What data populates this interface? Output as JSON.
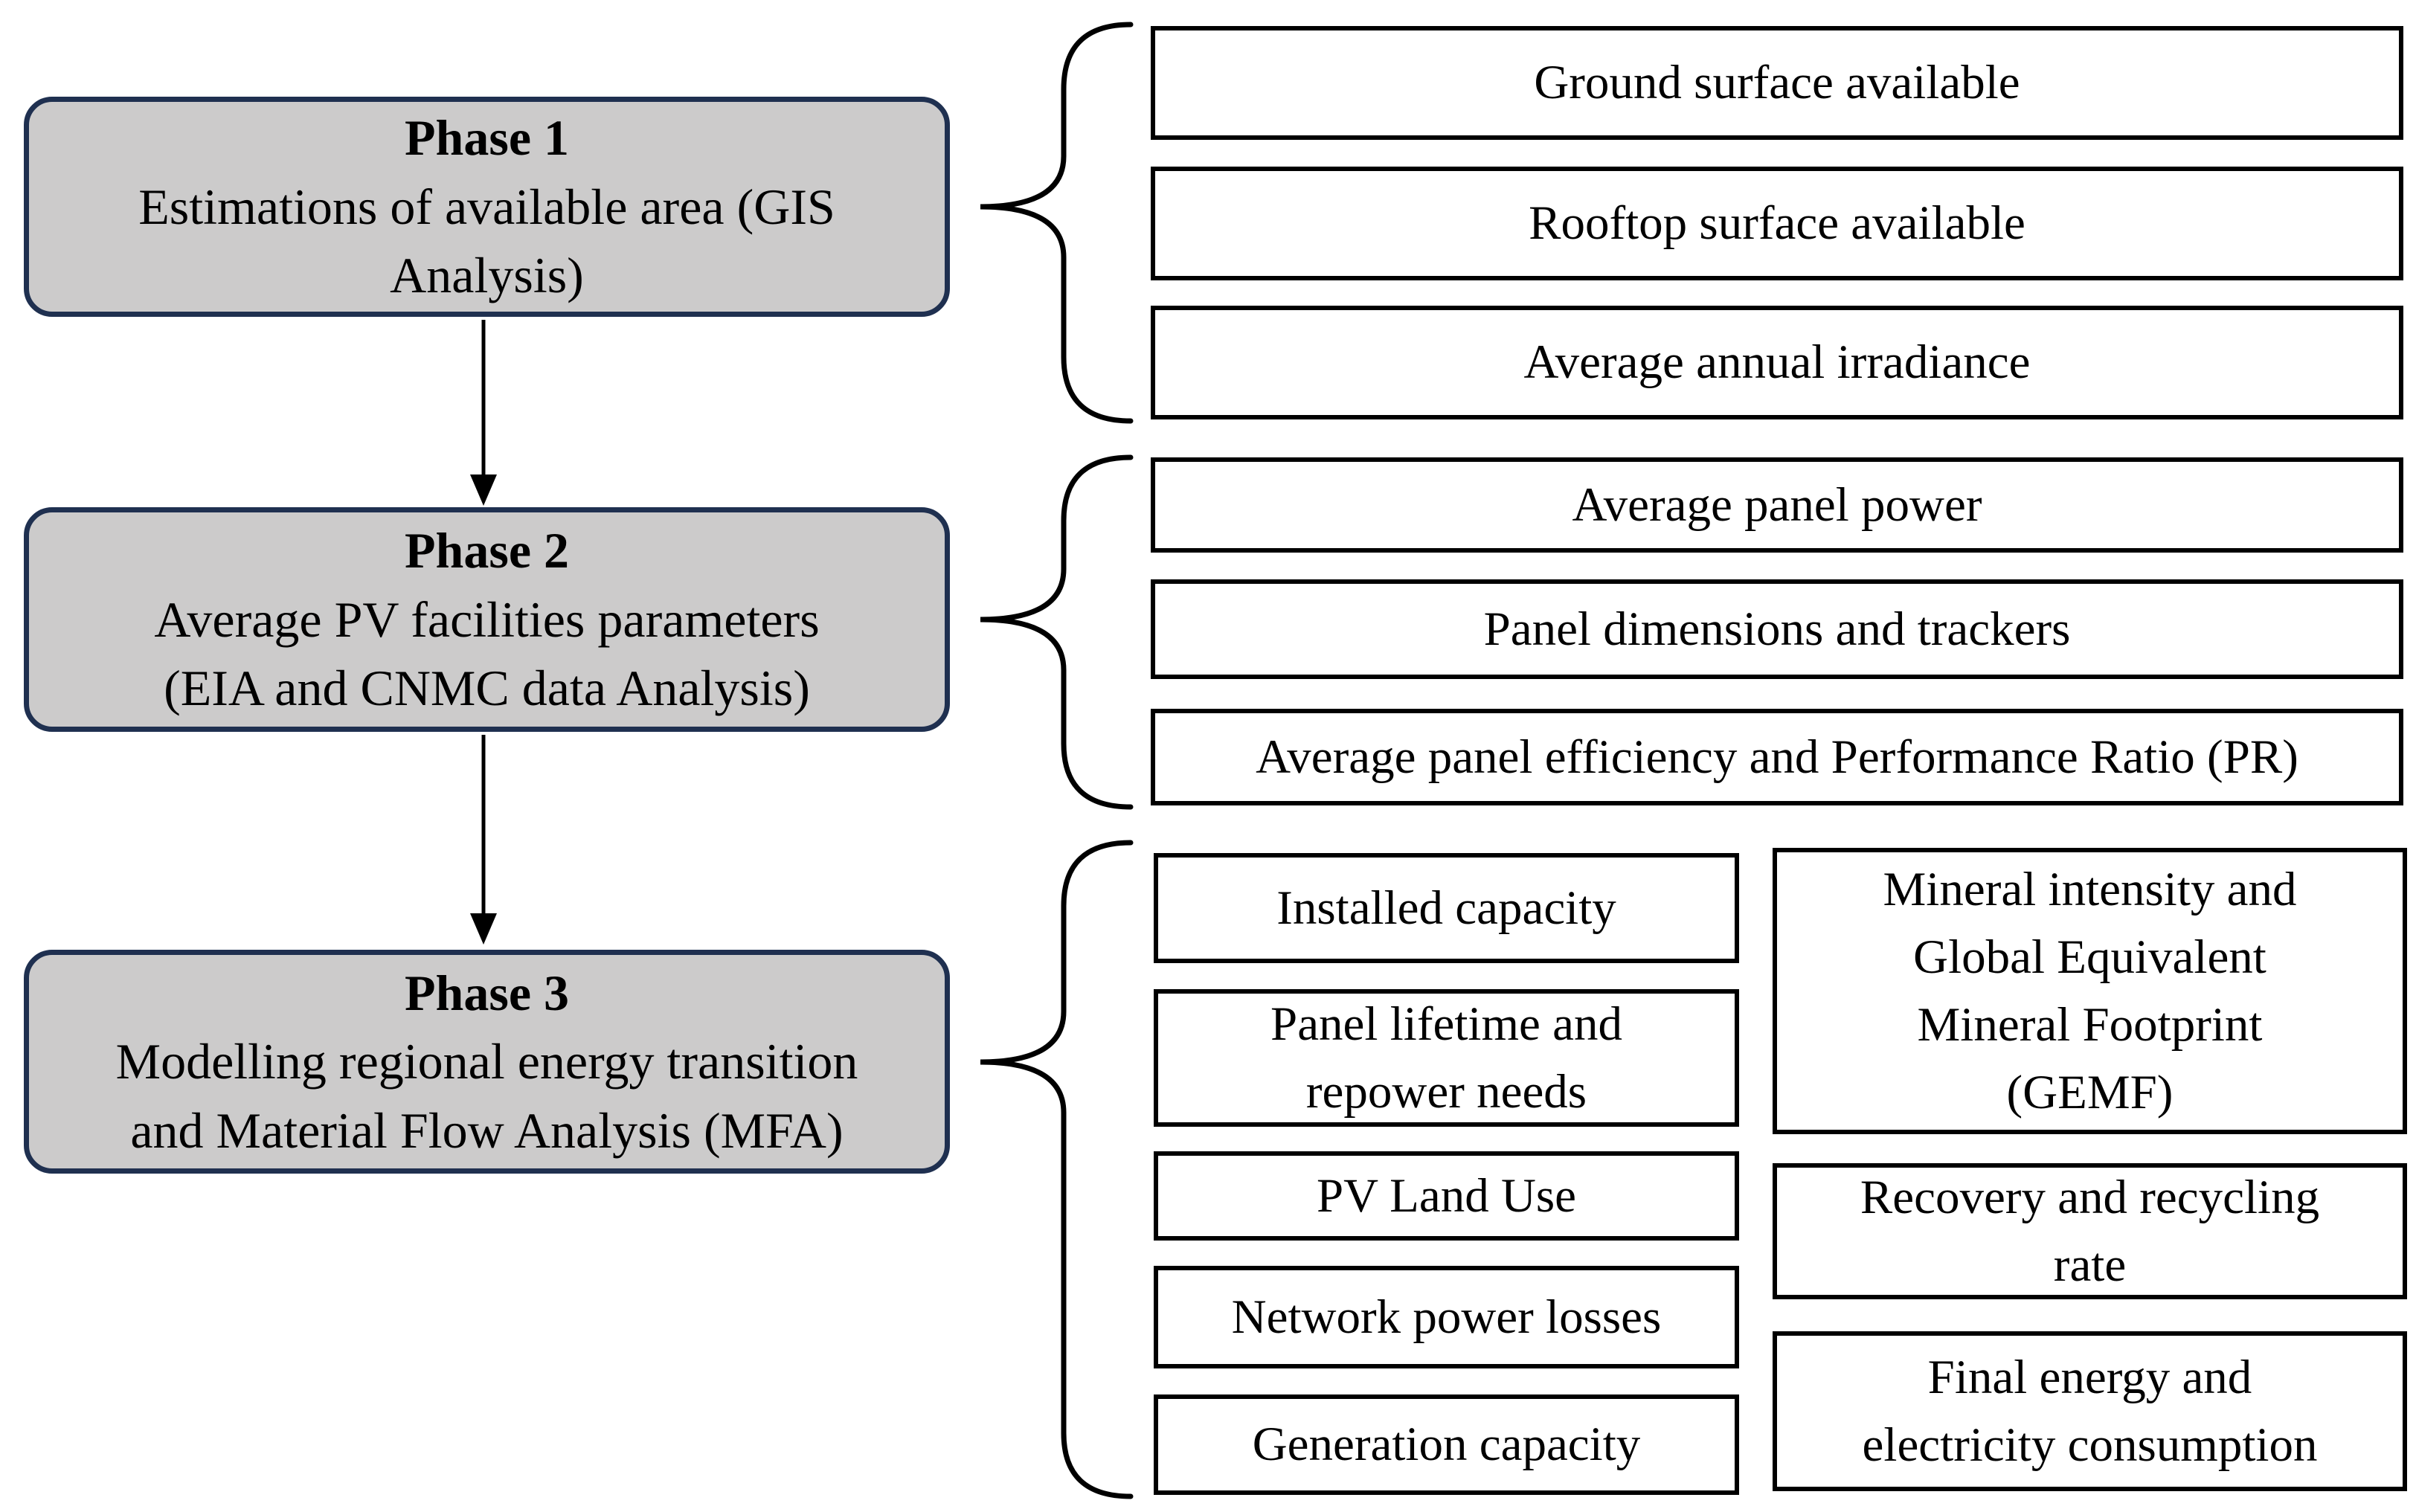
{
  "figure": {
    "phases": [
      {
        "title": "Phase 1",
        "subtitle": "Estimations of available area (GIS\nAnalysis)",
        "outputs": [
          "Ground surface available",
          "Rooftop surface available",
          "Average annual irradiance"
        ]
      },
      {
        "title": "Phase 2",
        "subtitle": "Average PV facilities parameters\n(EIA and CNMC data Analysis)",
        "outputs": [
          "Average panel power",
          "Panel dimensions and trackers",
          "Average panel efficiency and Performance Ratio (PR)"
        ]
      },
      {
        "title": "Phase 3",
        "subtitle": "Modelling regional energy transition\nand Material Flow Analysis (MFA)",
        "outputs_left": [
          "Installed capacity",
          "Panel lifetime and\nrepower needs",
          "PV Land Use",
          "Network power losses",
          "Generation capacity"
        ],
        "outputs_right": [
          "Mineral intensity and\nGlobal Equivalent\nMineral Footprint\n(GEMF)",
          "Recovery and recycling\nrate",
          "Final energy and\nelectricity consumption"
        ]
      }
    ],
    "colors": {
      "phase_fill": "#cccbcb",
      "phase_border": "#1f3050",
      "box_border": "#000000",
      "text": "#000000",
      "background": "#ffffff",
      "connector": "#000000"
    }
  }
}
